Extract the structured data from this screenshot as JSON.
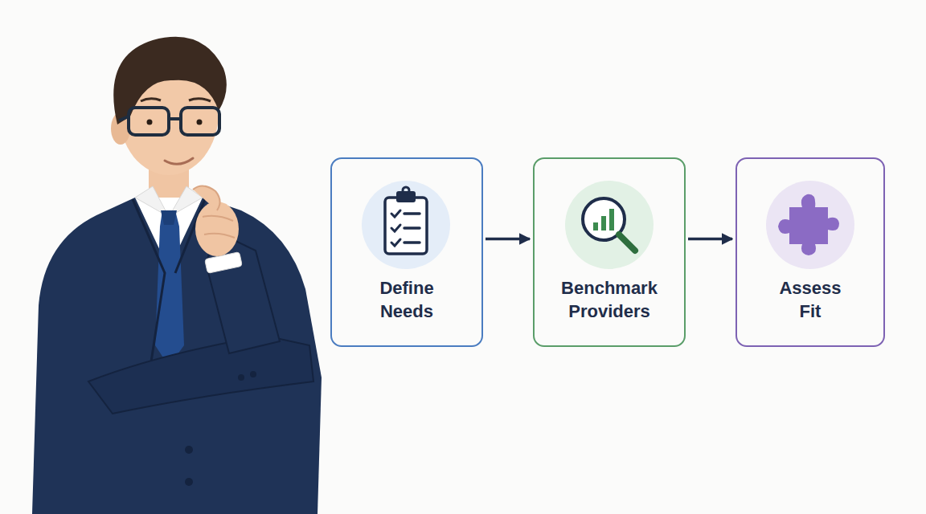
{
  "diagram": {
    "nodes": [
      {
        "text": [
          "Define Needs"
        ]
      },
      {
        "text": [
          "Benchmark Providers"
        ]
      },
      {
        "text": [
          "Assess Fit"
        ]
      }
    ],
    "edges": [
      {
        "from": 0,
        "to": 1,
        "arrow": "to"
      },
      {
        "from": 1,
        "to": 2,
        "arrow": "to"
      }
    ]
  }
}
